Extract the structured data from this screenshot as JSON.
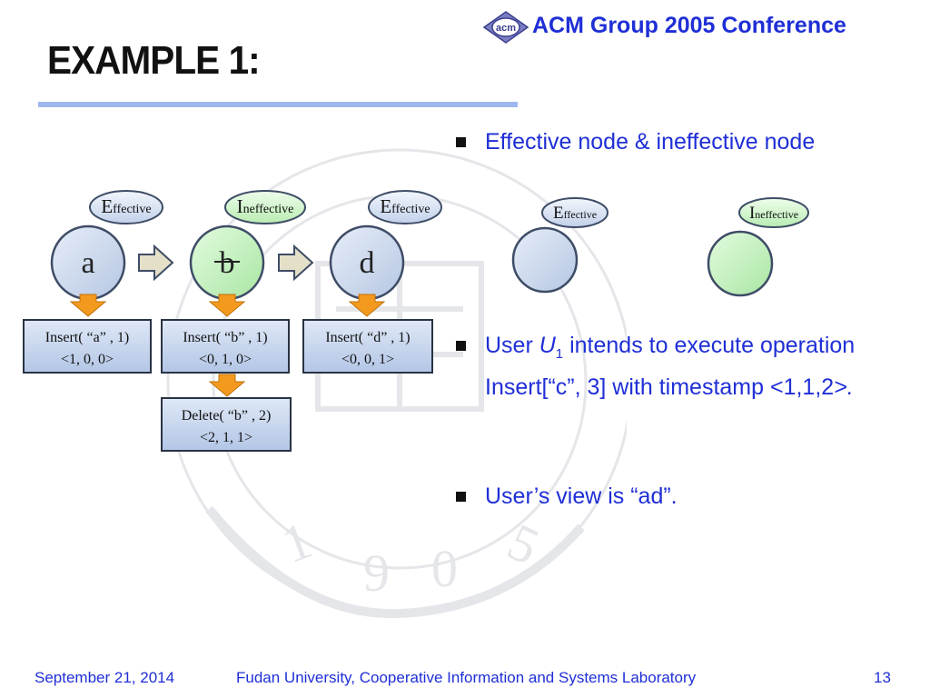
{
  "header": {
    "logo_text": "acm",
    "conference": "ACM Group 2005 Conference"
  },
  "slide": {
    "title": "EXAMPLE 1:"
  },
  "diagram": {
    "nodes": [
      {
        "tag": "Effective",
        "tag_initial": "E",
        "tag_rest": "ffective",
        "letter": "a",
        "ops": [
          {
            "line1": "Insert( “a” , 1)",
            "line2": "<1, 0, 0>"
          }
        ]
      },
      {
        "tag": "Ineffective",
        "tag_initial": "I",
        "tag_rest": "neffective",
        "letter": "b",
        "ops": [
          {
            "line1": "Insert( “b” , 1)",
            "line2": "<0, 1, 0>"
          },
          {
            "line1": "Delete( “b” , 2)",
            "line2": "<2, 1, 1>"
          }
        ]
      },
      {
        "tag": "Effective",
        "tag_initial": "E",
        "tag_rest": "ffective",
        "letter": "d",
        "ops": [
          {
            "line1": "Insert( “d” , 1)",
            "line2": "<0, 0, 1>"
          }
        ]
      }
    ],
    "colors": {
      "effective_fill": "#c9d6ec",
      "ineffective_fill": "#c8f0c4",
      "node_stroke": "#3e4c66",
      "arrow_orange": "#f39a1e",
      "op_box_fill": "#c7d7ef"
    }
  },
  "legend": {
    "effective": {
      "tag_initial": "E",
      "tag_rest": "ffective"
    },
    "ineffective": {
      "tag_initial": "I",
      "tag_rest": "neffective"
    }
  },
  "bullets": {
    "b1": "Effective node & ineffective node",
    "b2": {
      "pre": "User ",
      "var": "U",
      "sub": "1",
      "post": " intends to execute operation Insert[“c”, 3] with timestamp <1,1,2",
      "tail": ">."
    },
    "b3": "User’s view is “ad”."
  },
  "footer": {
    "date": "September 21, 2014",
    "org": "Fudan University, Cooperative Information and Systems Laboratory",
    "page": "13"
  }
}
